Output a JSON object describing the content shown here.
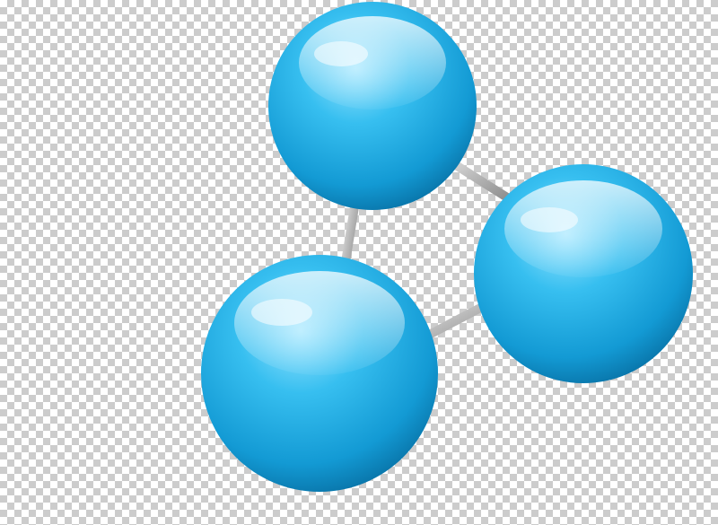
{
  "image": {
    "subject": "molecule-icon",
    "background": "transparency-checkerboard",
    "atom_count": 3,
    "bond_count": 3
  },
  "colors": {
    "checker_light": "#ffffff",
    "checker_dark": "#cccccc",
    "sphere_highlight": "#9fe6ff",
    "sphere_mid": "#2bb3e6",
    "sphere_dark": "#0a7fb8",
    "sphere_edge": "#066a9d",
    "bond": "#c9c9c9"
  }
}
